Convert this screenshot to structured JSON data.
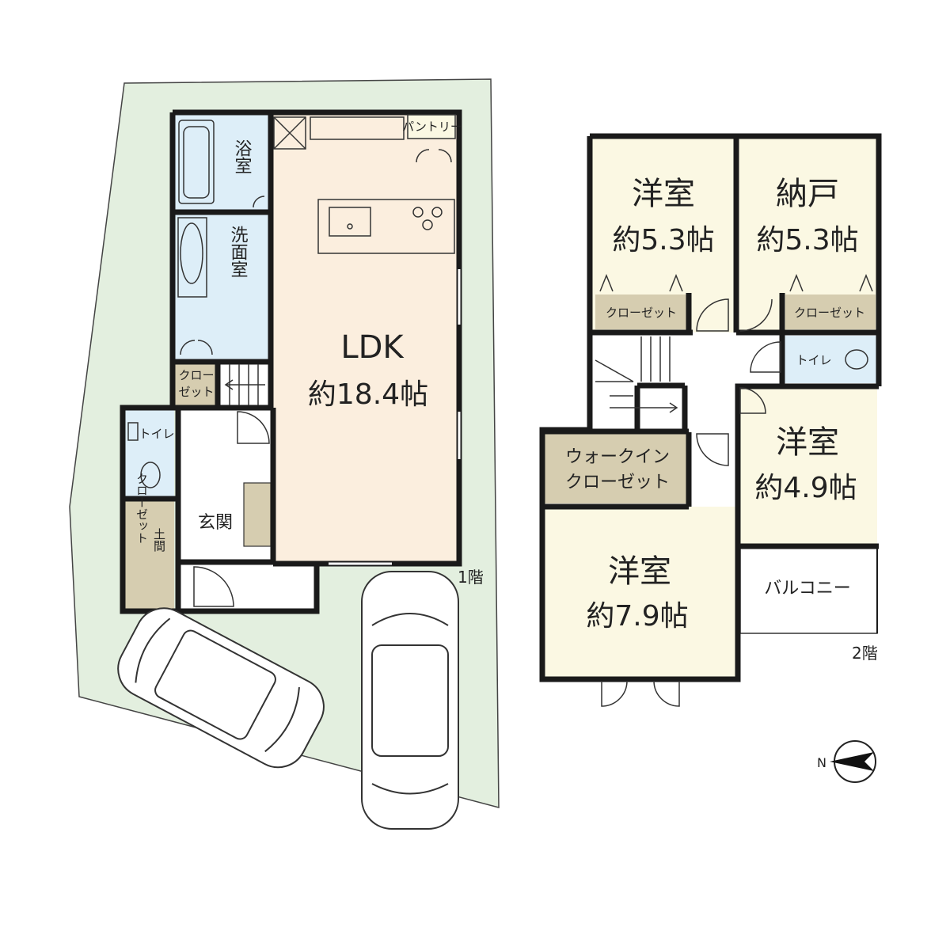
{
  "floor1": {
    "label": "1階",
    "ldk": {
      "name": "LDK",
      "size": "約18.4帖"
    },
    "bath": "浴室",
    "washroom": "洗面室",
    "pantry": "パントリー",
    "closet_top": "クロー",
    "closet_bottom": "ゼット",
    "toilet": "トイレ",
    "entrance": "玄関",
    "doma_closet_a": "土間",
    "doma_closet_b": "クローゼット"
  },
  "floor2": {
    "label": "2階",
    "room_nw": {
      "name": "洋室",
      "size": "約5.3帖"
    },
    "storage": {
      "name": "納戸",
      "size": "約5.3帖"
    },
    "closet_left": "クローゼット",
    "closet_right": "クローゼット",
    "toilet": "トイレ",
    "room_e": {
      "name": "洋室",
      "size": "約4.9帖"
    },
    "walkin_a": "ウォークイン",
    "walkin_b": "クローゼット",
    "room_sw": {
      "name": "洋室",
      "size": "約7.9帖"
    },
    "balcony": "バルコニー"
  },
  "compass": {
    "label": "N"
  },
  "colors": {
    "site": "#e3efdf",
    "ldk": "#fbeede",
    "wet": "#ddeef8",
    "room": "#fbf8e3",
    "closet": "#d6cdb0",
    "wall": "#1a1a1a"
  }
}
